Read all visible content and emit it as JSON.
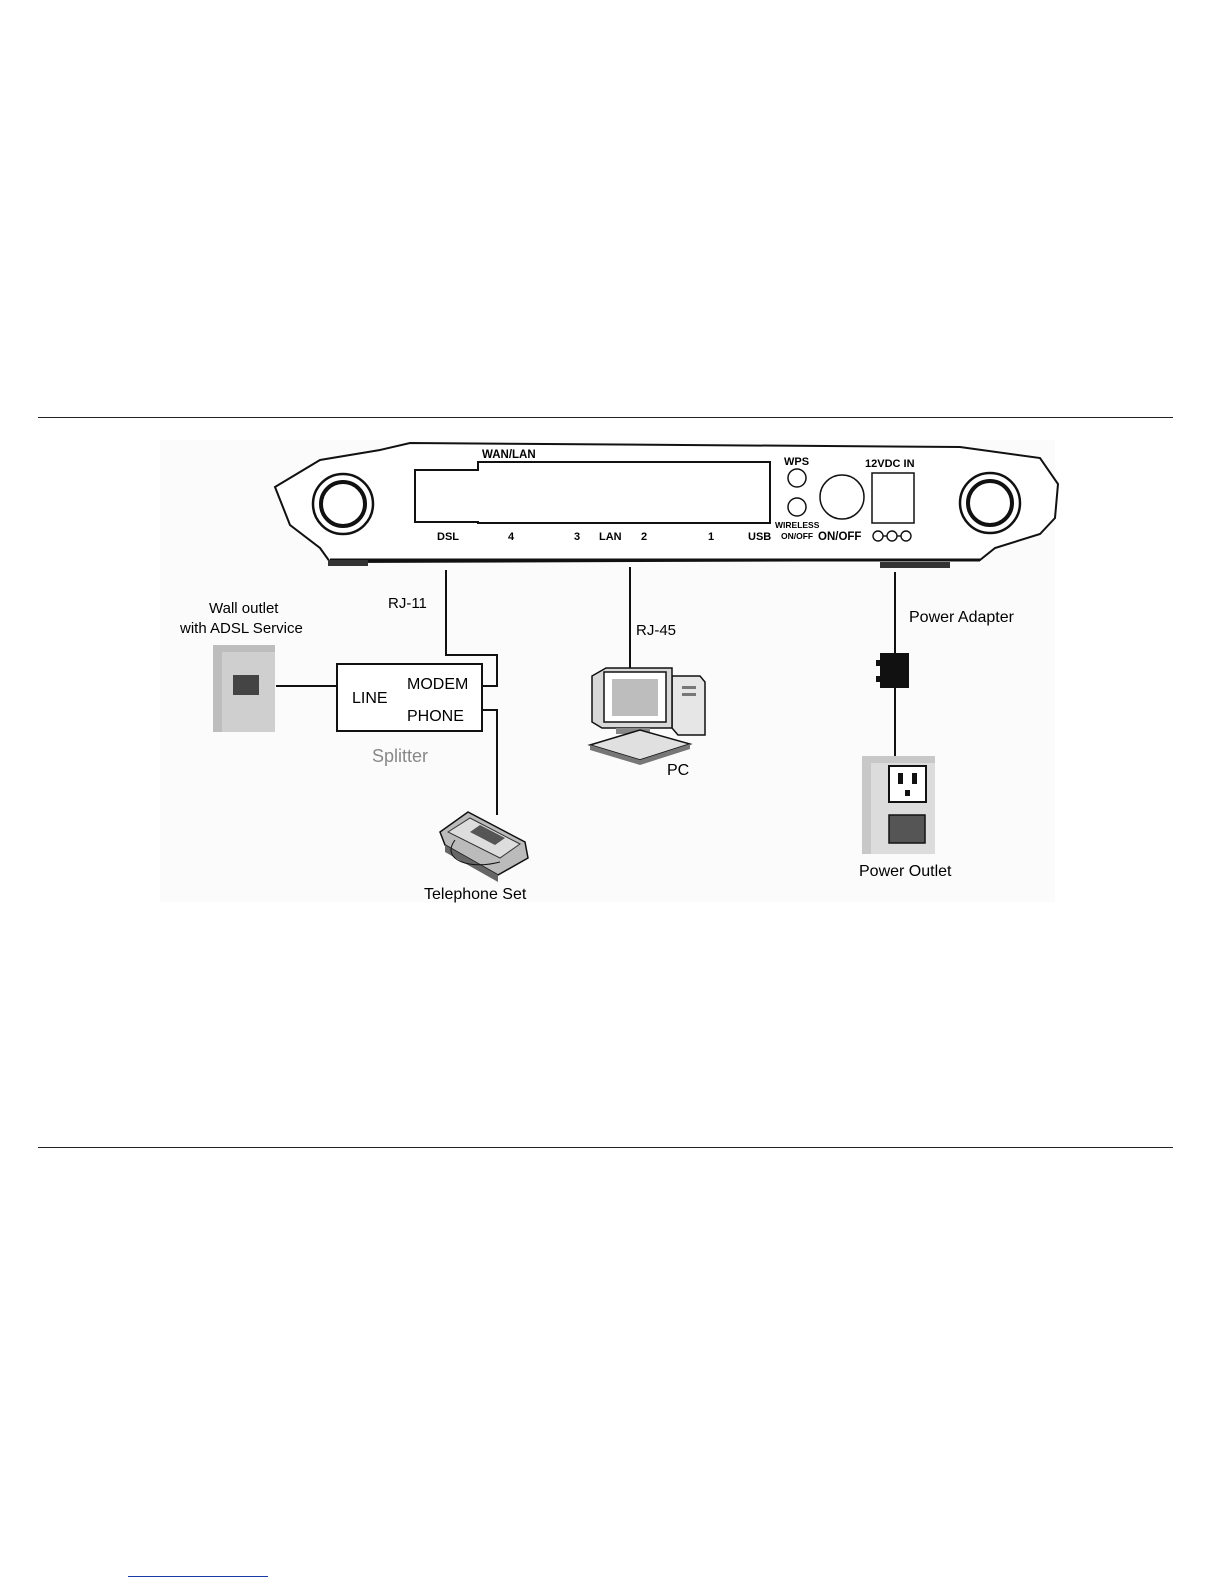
{
  "router": {
    "port_group_label": "WAN/LAN",
    "wps_label": "WPS",
    "power_in_label": "12VDC IN",
    "ports": {
      "dsl": "DSL",
      "lan4": "4",
      "lan3": "3",
      "lan_group": "LAN",
      "lan2": "2",
      "lan1": "1",
      "usb": "USB"
    },
    "wireless_label_line1": "WIRELESS",
    "wireless_label_line2": "ON/OFF",
    "power_switch_label": "ON/OFF"
  },
  "connections": {
    "rj11_label": "RJ-11",
    "rj45_label": "RJ-45",
    "power_adapter_label": "Power Adapter"
  },
  "wall_outlet": {
    "line1": "Wall outlet",
    "line2": "with ADSL Service"
  },
  "splitter": {
    "line_label": "LINE",
    "modem_label": "MODEM",
    "phone_label": "PHONE",
    "caption": "Splitter"
  },
  "pc": {
    "caption": "PC"
  },
  "telephone": {
    "caption": "Telephone Set"
  },
  "power_outlet": {
    "caption": "Power Outlet"
  }
}
